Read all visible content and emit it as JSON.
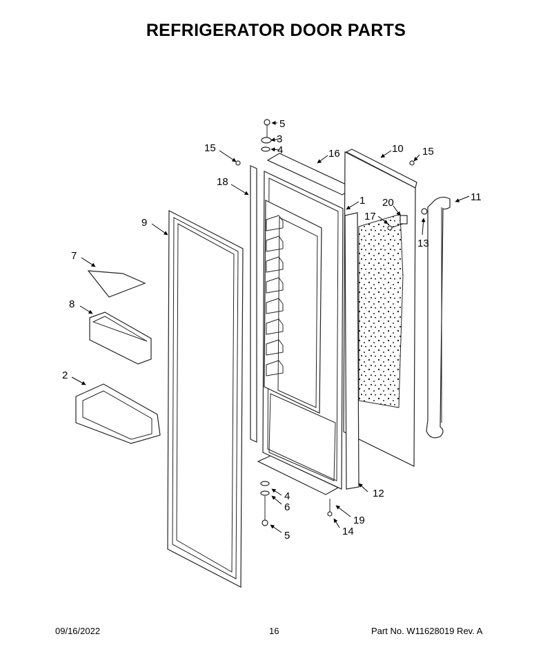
{
  "title": "REFRIGERATOR DOOR PARTS",
  "footer": {
    "date": "09/16/2022",
    "page": "16",
    "part_no": "Part No.  W11628019  Rev.  A"
  },
  "callouts": {
    "c5_top": "5",
    "c3": "3",
    "c4_top": "4",
    "c16": "16",
    "c10": "10",
    "c15_right": "15",
    "c15_left": "15",
    "c18": "18",
    "c1": "1",
    "c20": "20",
    "c11": "11",
    "c17": "17",
    "c13": "13",
    "c9": "9",
    "c7": "7",
    "c8": "8",
    "c2": "2",
    "c12": "12",
    "c4_bottom": "4",
    "c6": "6",
    "c19": "19",
    "c14": "14",
    "c5_bottom": "5"
  }
}
